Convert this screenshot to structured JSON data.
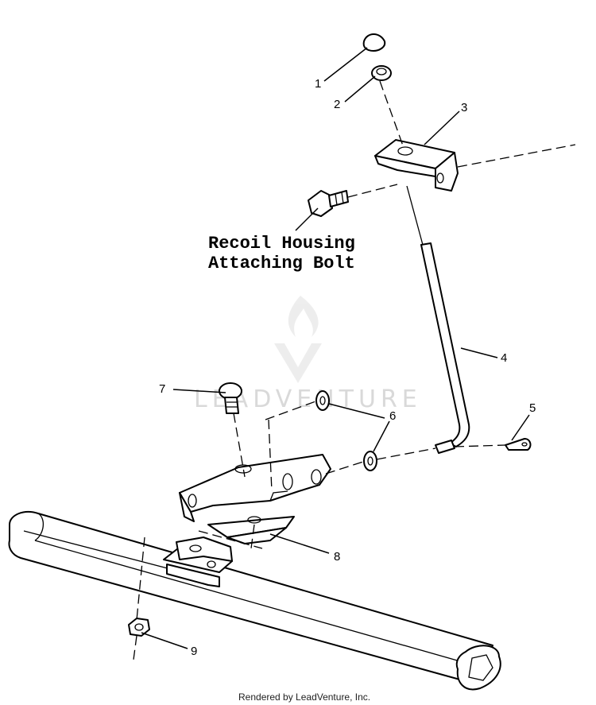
{
  "diagram": {
    "label_recoil_line1": "Recoil Housing",
    "label_recoil_line2": "Attaching Bolt",
    "callouts": [
      "1",
      "2",
      "3",
      "4",
      "5",
      "6",
      "7",
      "8",
      "9"
    ],
    "footer": "Rendered by LeadVenture, Inc.",
    "watermark": "LEADVENTURE"
  },
  "colors": {
    "line": "#000000",
    "background": "#ffffff",
    "watermark": "#d9d9d9"
  }
}
